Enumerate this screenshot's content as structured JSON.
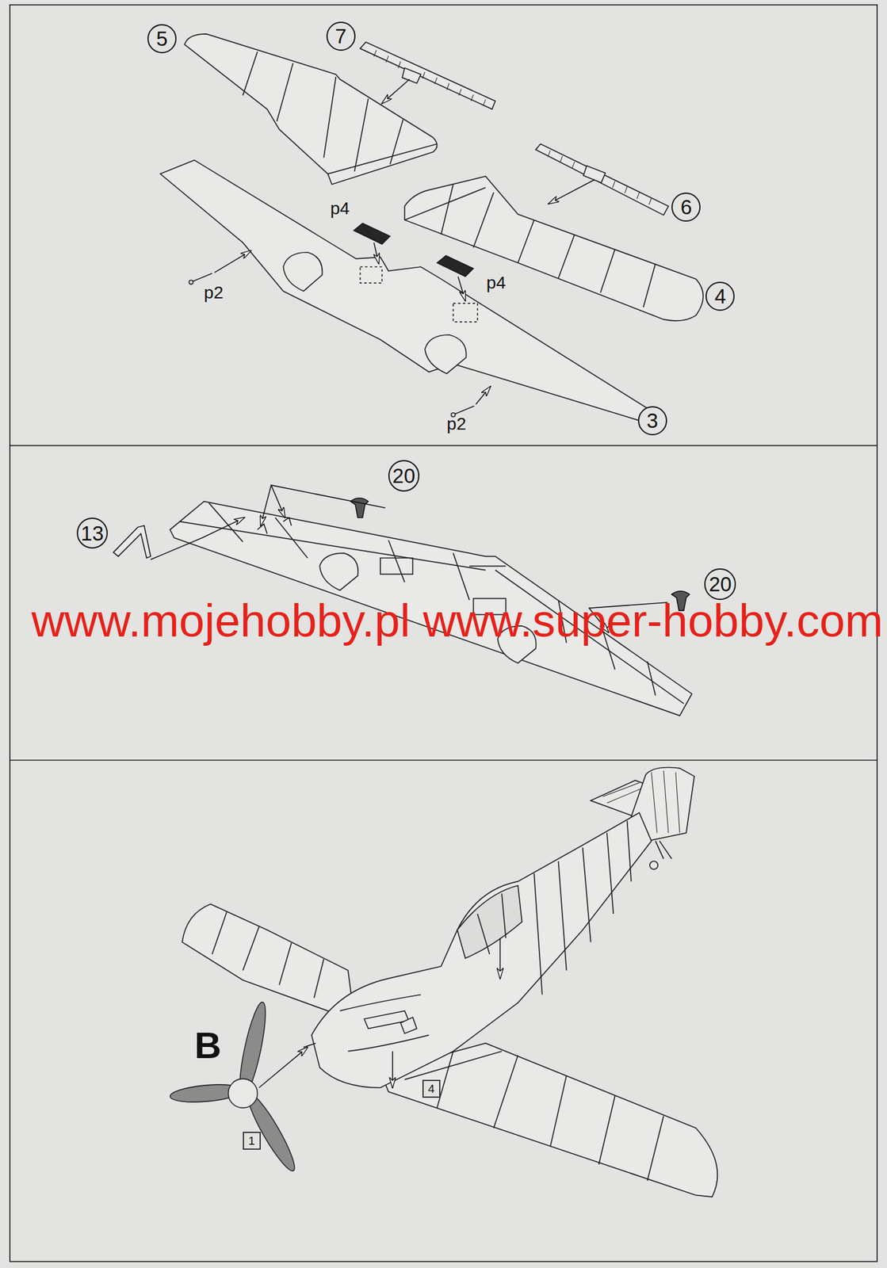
{
  "diagram": {
    "nodes": [
      {
        "text": [
          "5"
        ]
      },
      {
        "text": [
          "7"
        ]
      },
      {
        "text": [
          "6"
        ]
      },
      {
        "text": [
          "4"
        ]
      },
      {
        "text": [
          "3"
        ]
      },
      {
        "text": [
          "20"
        ]
      },
      {
        "text": [
          "13"
        ]
      },
      {
        "text": [
          "20"
        ]
      },
      {
        "text": [
          "4"
        ]
      },
      {
        "text": [
          "1"
        ]
      }
    ],
    "labels": [
      "p4",
      "p4",
      "p2",
      "p2",
      "www.mojehobby.pl www.super-hobby.com",
      "B"
    ]
  }
}
